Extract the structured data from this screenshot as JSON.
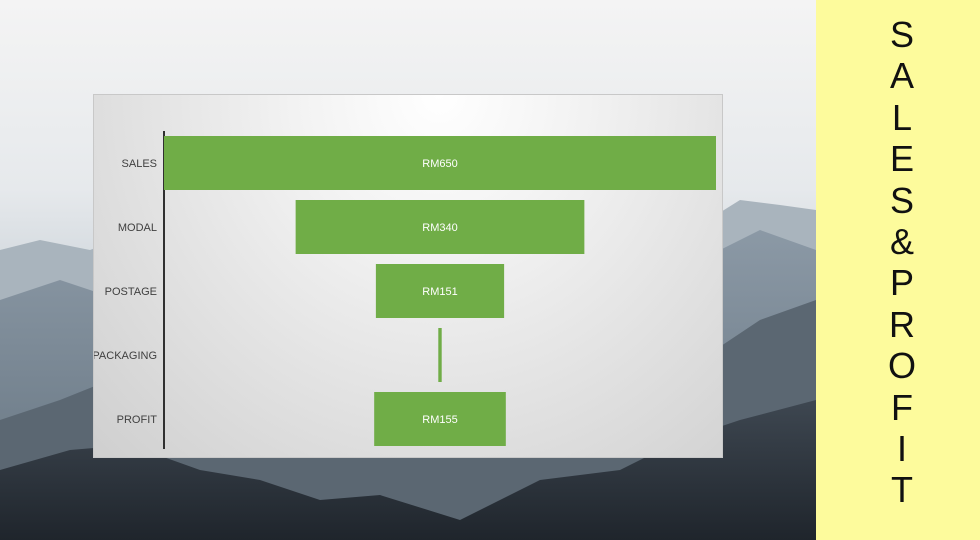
{
  "side_title": "SALES&PROFIT",
  "colors": {
    "bar": "#70ad47",
    "panel": "#fdfb9c",
    "axis": "#303030"
  },
  "chart_data": {
    "type": "bar",
    "orientation": "horizontal-centered-funnel",
    "categories": [
      "SALES",
      "MODAL",
      "POSTAGE",
      "PACKAGING",
      "PROFIT"
    ],
    "values": [
      650,
      340,
      151,
      4,
      155
    ],
    "value_labels": [
      "RM650",
      "RM340",
      "RM151",
      "",
      "RM155"
    ],
    "title": "",
    "xlabel": "",
    "ylabel": "",
    "grid": false,
    "legend": false
  }
}
